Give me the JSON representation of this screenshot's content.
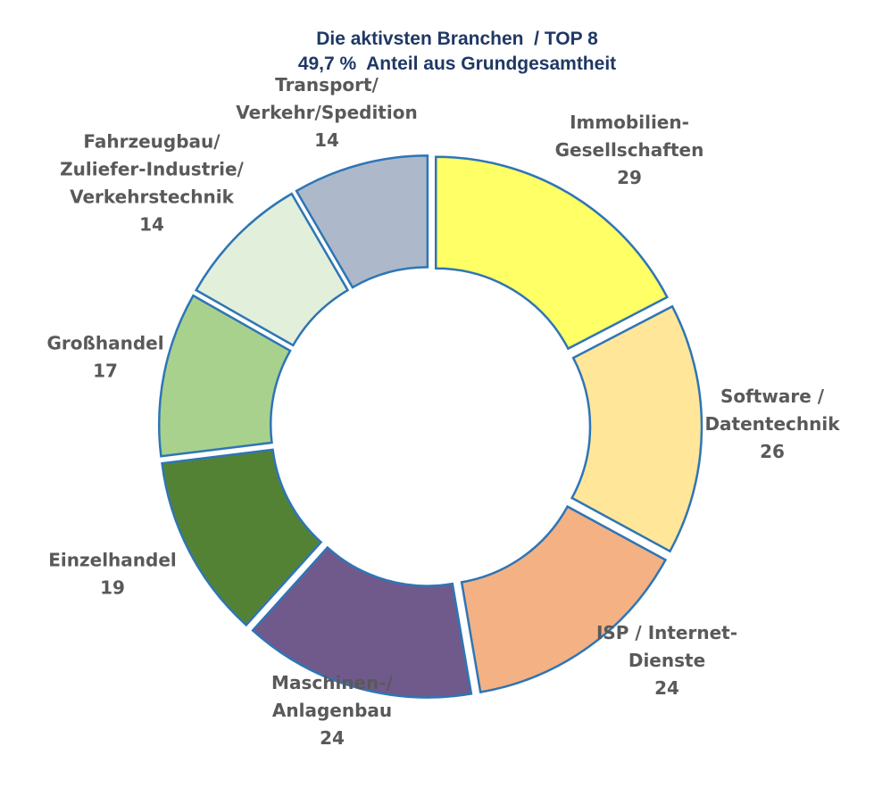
{
  "chart_data": {
    "type": "pie",
    "title": "Die aktivsten Branchen  / TOP 8",
    "subtitle": "49,7 %  Anteil aus Grundgesamtheit",
    "slices": [
      {
        "label_lines": [
          "Immobilien-",
          "Gesellschaften"
        ],
        "value": 29,
        "color": "#ffff66"
      },
      {
        "label_lines": [
          "Software /",
          "Datentechnik"
        ],
        "value": 26,
        "color": "#ffe699"
      },
      {
        "label_lines": [
          "ISP / Internet-",
          "Dienste"
        ],
        "value": 24,
        "color": "#f4b183"
      },
      {
        "label_lines": [
          "Maschinen-/",
          "Anlagenbau"
        ],
        "value": 24,
        "color": "#705a8c"
      },
      {
        "label_lines": [
          "Einzelhandel"
        ],
        "value": 19,
        "color": "#548235"
      },
      {
        "label_lines": [
          "Großhandel"
        ],
        "value": 17,
        "color": "#a9d18e"
      },
      {
        "label_lines": [
          "Fahrzeugbau/",
          "Zuliefer-Industrie/",
          "Verkehrstechnik"
        ],
        "value": 14,
        "color": "#e2efda"
      },
      {
        "label_lines": [
          "Transport/",
          "Verkehr/Spedition"
        ],
        "value": 14,
        "color": "#adb9ca"
      }
    ],
    "border_color": "#2e75b6",
    "legend": "none"
  }
}
